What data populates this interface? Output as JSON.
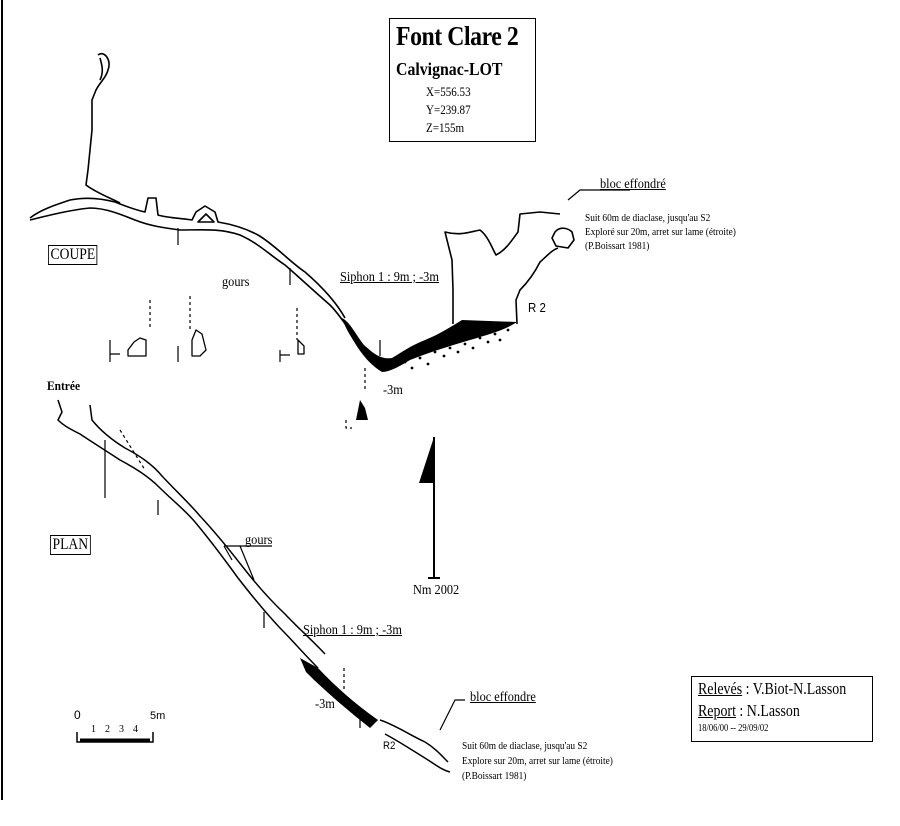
{
  "title": {
    "name": "Font Clare 2",
    "location": "Calvignac-LOT",
    "coordinates": {
      "x": "X=556.53",
      "y": "Y=239.87",
      "z": "Z=155m"
    }
  },
  "sections": {
    "coupe": "COUPE",
    "plan": "PLAN"
  },
  "coupe_labels": {
    "gours": "gours",
    "siphon": "Siphon 1 : 9m ; -3m",
    "depth": "-3m",
    "r2": "R 2",
    "bloc": "bloc  effondré",
    "note_lines": [
      "Suit 60m de diaclase, jusqu'au S2",
      "Exploré sur 20m, arret sur lame (étroite)",
      "(P.Boissart 1981)"
    ]
  },
  "plan_labels": {
    "entree": "Entrée",
    "gours": "gours",
    "siphon": "Siphon 1 : 9m ; -3m",
    "depth": "-3m",
    "r2": "R2",
    "bloc": "bloc  effondre",
    "note_lines": [
      "Suit 60m de diaclase, jusqu'au S2",
      "Explore sur 20m, arret sur lame (étroite)",
      "(P.Boissart 1981)"
    ]
  },
  "north_arrow": {
    "label": "Nm 2002"
  },
  "scale_bar": {
    "start": "0",
    "end": "5m",
    "ticks": [
      "1",
      "2",
      "3",
      "4"
    ]
  },
  "credits": {
    "releves_label": "Relevés",
    "releves_value": " : V.Biot-N.Lasson",
    "report_label": "Report",
    "report_value": " : N.Lasson",
    "dates": "18/06/00 -- 29/09/02"
  }
}
